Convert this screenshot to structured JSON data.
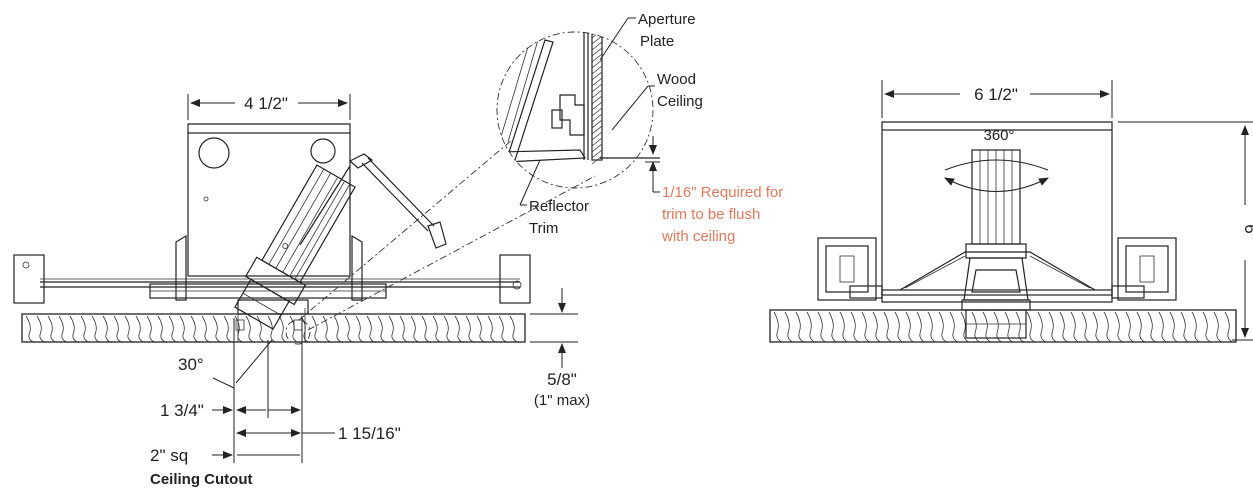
{
  "left_view": {
    "width_dim": "4 1/2\"",
    "angle": "30°",
    "dim_1_3_4": "1 3/4\"",
    "dim_1_15_16": "1 15/16\"",
    "cutout_sq": "2\" sq",
    "cutout_title": "Ceiling Cutout",
    "thickness": "5/8\"",
    "thickness_max": "(1\" max)"
  },
  "detail": {
    "aperture_plate": [
      "Aperture",
      "Plate"
    ],
    "wood_ceiling": [
      "Wood",
      "Ceiling"
    ],
    "reflector_trim": [
      "Reflector",
      "Trim"
    ],
    "note_lines": [
      "1/16\" Required for",
      "trim to be flush",
      "with ceiling"
    ],
    "note_color": "#e07a5f"
  },
  "right_view": {
    "width_dim": "6 1/2\"",
    "rotation": "360°",
    "height_dim": "6\""
  }
}
